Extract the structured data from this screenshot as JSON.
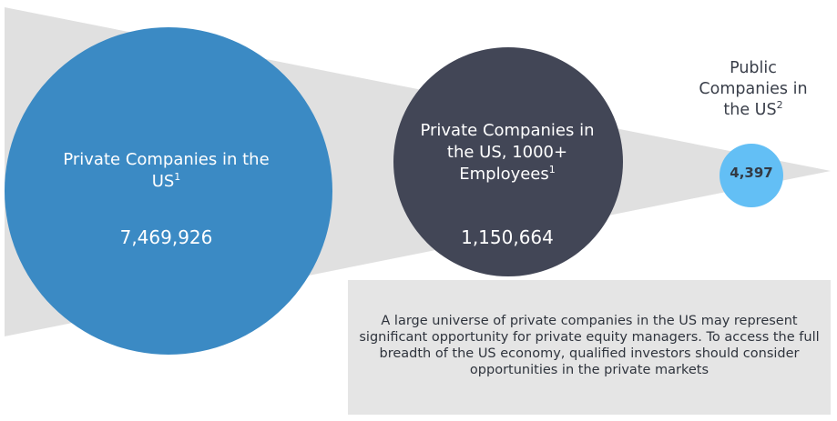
{
  "colors": {
    "funnel": "#e0e0e0",
    "circle_private_all": "#3b8ac4",
    "circle_private_large": "#424656",
    "circle_public": "#63bff5",
    "caption_box": "#e5e5e5"
  },
  "circles": [
    {
      "label": "Private Companies in the US",
      "footnote": "1",
      "value": "7,469,926"
    },
    {
      "label": "Private Companies in the US, 1000+ Employees",
      "footnote": "1",
      "value": "1,150,664"
    },
    {
      "label": "Public Companies in the US",
      "footnote": "2",
      "value": "4,397"
    }
  ],
  "caption": "A large universe of private companies in the US may represent significant opportunity for private equity managers. To access the full breadth of the US economy, qualified investors should consider opportunities in the private markets"
}
